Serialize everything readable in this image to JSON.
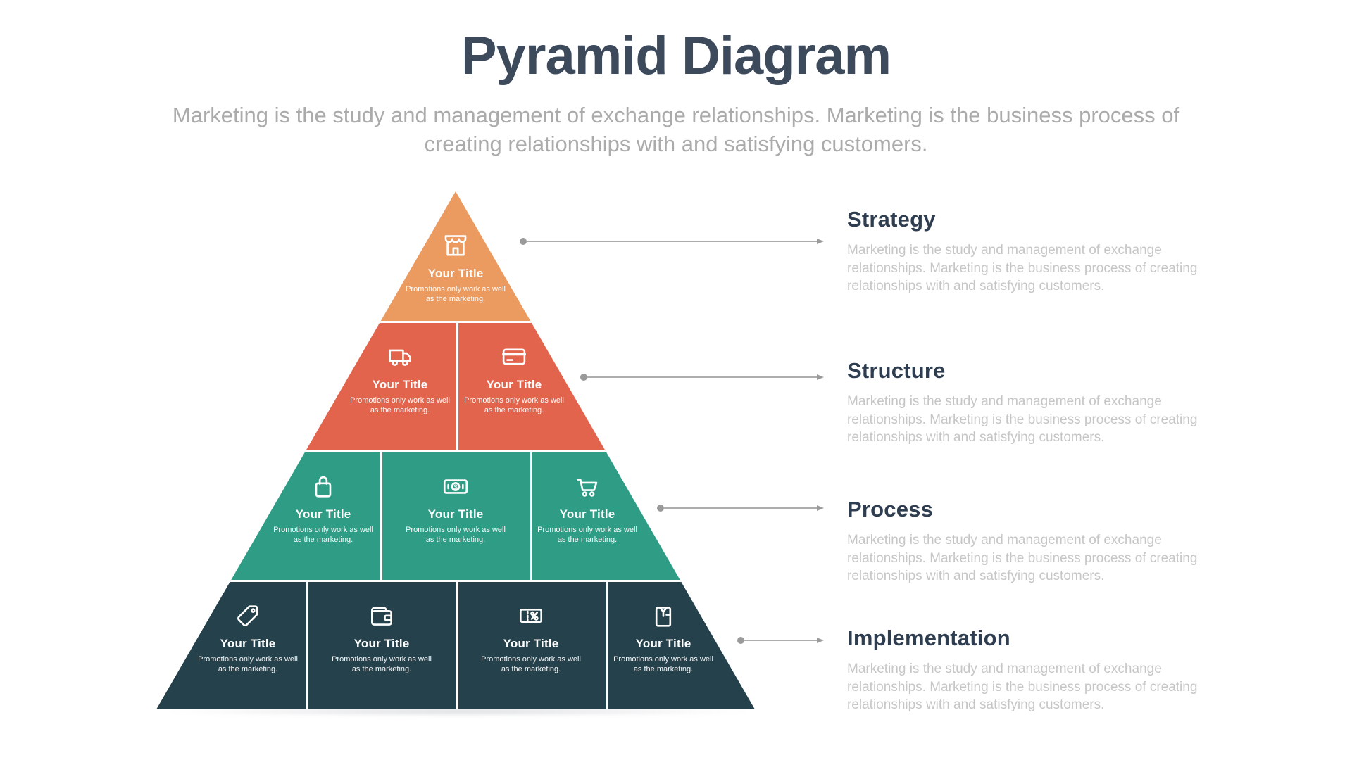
{
  "page": {
    "title": "Pyramid Diagram",
    "subtitle": "Marketing is the study and management of exchange relationships. Marketing is the business process of creating relationships with and satisfying customers."
  },
  "colors": {
    "title_text": "#3C4A5C",
    "subtitle_text": "#ABABAB",
    "section_heading": "#2E3D4F",
    "section_body": "#C6C6C6",
    "connector": "#9A9A9A",
    "level1": "#EC9B60",
    "level2": "#E2644C",
    "level3": "#2F9D86",
    "level4": "#24414C"
  },
  "pyramid": {
    "levels": [
      {
        "name": "level-1",
        "color": "#EC9B60",
        "cells": [
          {
            "icon": "store-icon",
            "title": "Your Title",
            "description": "Promotions only work as well as the marketing."
          }
        ]
      },
      {
        "name": "level-2",
        "color": "#E2644C",
        "cells": [
          {
            "icon": "delivery-truck-icon",
            "title": "Your Title",
            "description": "Promotions only work as well as the marketing."
          },
          {
            "icon": "credit-card-icon",
            "title": "Your Title",
            "description": "Promotions only work as well as the marketing."
          }
        ]
      },
      {
        "name": "level-3",
        "color": "#2F9D86",
        "cells": [
          {
            "icon": "shopping-bag-icon",
            "title": "Your Title",
            "description": "Promotions only work as well as the marketing."
          },
          {
            "icon": "banknote-icon",
            "title": "Your Title",
            "description": "Promotions only work as well as the marketing."
          },
          {
            "icon": "shopping-cart-icon",
            "title": "Your Title",
            "description": "Promotions only work as well as the marketing."
          }
        ]
      },
      {
        "name": "level-4",
        "color": "#24414C",
        "cells": [
          {
            "icon": "price-tag-icon",
            "title": "Your Title",
            "description": "Promotions only work as well as the marketing."
          },
          {
            "icon": "wallet-icon",
            "title": "Your Title",
            "description": "Promotions only work as well as the marketing."
          },
          {
            "icon": "discount-coupon-icon",
            "title": "Your Title",
            "description": "Promotions only work as well as the marketing."
          },
          {
            "icon": "shirt-icon",
            "title": "Your Title",
            "description": "Promotions only work as well as the marketing."
          }
        ]
      }
    ]
  },
  "sections": [
    {
      "heading": "Strategy",
      "body": "Marketing is the study and management of exchange relationships. Marketing is the business process of creating relationships with and satisfying customers."
    },
    {
      "heading": "Structure",
      "body": "Marketing is the study and management of exchange relationships. Marketing is the business process of creating relationships with and satisfying customers."
    },
    {
      "heading": "Process",
      "body": "Marketing is the study and management of exchange relationships. Marketing is the business process of creating relationships with and satisfying customers."
    },
    {
      "heading": "Implementation",
      "body": "Marketing is the study and management of exchange relationships. Marketing is the business process of creating relationships with and satisfying customers."
    }
  ]
}
